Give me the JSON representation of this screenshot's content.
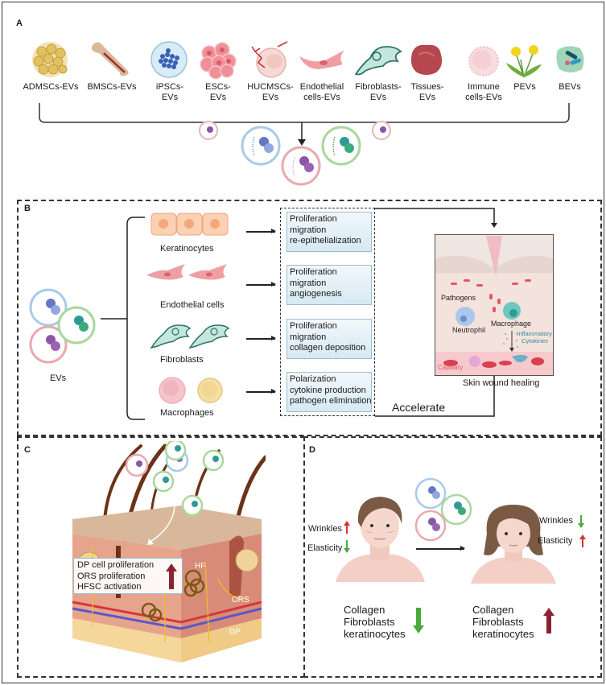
{
  "panels": {
    "a": {
      "letter": "A",
      "sources": [
        {
          "label_line1": "ADMSCs-EVs",
          "label_line2": "",
          "icon": "adipose-cells-icon",
          "color": "#e8c66a"
        },
        {
          "label_line1": "BMSCs-EVs",
          "label_line2": "",
          "icon": "bone-icon",
          "color": "#d8b79a"
        },
        {
          "label_line1": "iPSCs-",
          "label_line2": "EVs",
          "icon": "ipsc-dish-icon",
          "color": "#3a5fb5"
        },
        {
          "label_line1": "ESCs-",
          "label_line2": "EVs",
          "icon": "embryonic-stem-cells-icon",
          "color": "#e97a85"
        },
        {
          "label_line1": "HUCMSCs-",
          "label_line2": "EVs",
          "icon": "umbilical-cord-fetus-icon",
          "color": "#f0c9c9"
        },
        {
          "label_line1": "Endothelial",
          "label_line2": "cells-EVs",
          "icon": "endothelial-cell-icon",
          "color": "#eda0a2"
        },
        {
          "label_line1": "Fibroblasts-",
          "label_line2": "EVs",
          "icon": "fibroblast-icon",
          "color": "#bfe4de"
        },
        {
          "label_line1": "Tissues-",
          "label_line2": "EVs",
          "icon": "tissue-icon",
          "color": "#b5474f"
        },
        {
          "label_line1": "Immune",
          "label_line2": "cells-EVs",
          "icon": "immune-cell-icon",
          "color": "#f5cfd2"
        },
        {
          "label_line1": "PEVs",
          "label_line2": "",
          "icon": "plant-dandelion-icon",
          "color": "#e9d12a"
        },
        {
          "label_line1": "BEVs",
          "label_line2": "",
          "icon": "bacteria-icon",
          "color": "#2b9a8a"
        }
      ]
    },
    "b": {
      "letter": "B",
      "ev_label": "EVs",
      "targets": [
        {
          "cell": "Keratinocytes",
          "effects": [
            "Proliferation",
            "migration",
            "re-epithelialization"
          ]
        },
        {
          "cell": "Endothelial cells",
          "effects": [
            "Proliferation",
            "migration",
            "angiogenesis"
          ]
        },
        {
          "cell": "Fibroblasts",
          "effects": [
            "Proliferation",
            "migration",
            "collagen deposition"
          ]
        },
        {
          "cell": "Macrophages",
          "effects": [
            "Polarization",
            "cytokine production",
            "pathogen elimination"
          ]
        }
      ],
      "accelerate_label": "Accelerate",
      "wound": {
        "caption": "Skin wound healing",
        "pathogens": "Pathogens",
        "neutrophil": "Neutrophil",
        "macrophage": "Macrophage",
        "inflammatory": "-Inflammatory",
        "cytokines": "Cytokines",
        "capillary": "Capillary"
      }
    },
    "c": {
      "letter": "C",
      "effects": [
        "DP cell proliferation",
        "ORS proliferation",
        "HFSC activation"
      ],
      "labels": {
        "hf": "HF",
        "ors": "ORS",
        "dp": "DP"
      }
    },
    "d": {
      "letter": "D",
      "before": {
        "wrinkles": "Wrinkles",
        "wrinkles_trend": "up",
        "elasticity": "Elasticity",
        "elasticity_trend": "down",
        "markers": [
          "Collagen",
          "Fibroblasts",
          "keratinocytes"
        ],
        "markers_trend": "down"
      },
      "after": {
        "wrinkles": "Wrinkles",
        "wrinkles_trend": "down",
        "elasticity": "Elasticity",
        "elasticity_trend": "up",
        "markers": [
          "Collagen",
          "Fibroblasts",
          "keratinocytes"
        ],
        "markers_trend": "up"
      }
    }
  },
  "colors": {
    "up_red": "#d9322b",
    "down_green": "#4aa93d",
    "up_dark_red": "#8b2333",
    "ev_blue": "#9cc3e6",
    "ev_green": "#a8d89a",
    "ev_pink": "#e9aab0",
    "cytokine_teal": "#2c8a9a",
    "capillary_red": "#e0545f"
  }
}
